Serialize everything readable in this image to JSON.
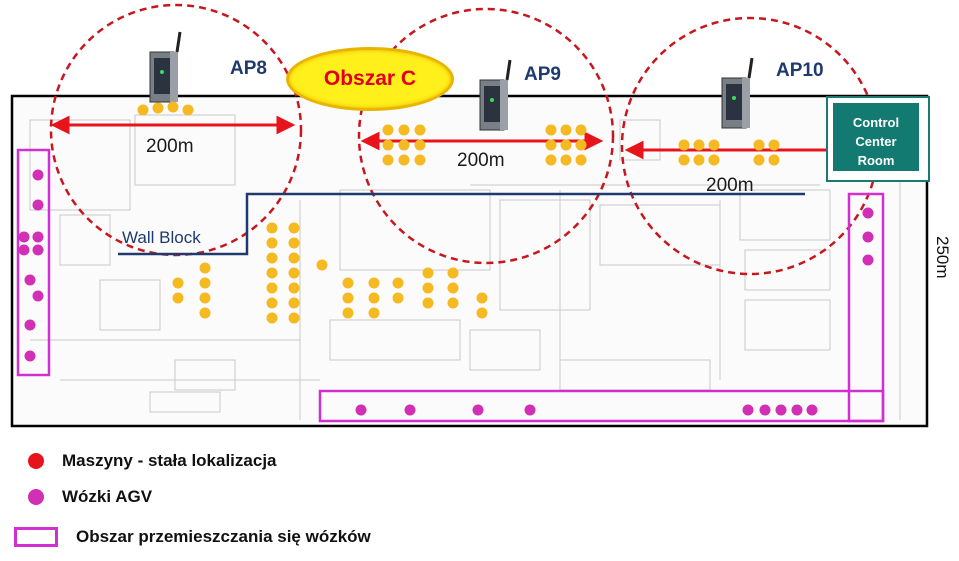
{
  "zone_label": "Obszar C",
  "access_points": [
    {
      "name": "AP8",
      "range_label": "200m"
    },
    {
      "name": "AP9",
      "range_label": "200m"
    },
    {
      "name": "AP10",
      "range_label": "200m"
    }
  ],
  "wall_label": "Wall Block",
  "side_dimension": "250m",
  "control_room": {
    "line1": "Control",
    "line2": "Center",
    "line3": "Room"
  },
  "legend": [
    {
      "label": "Maszyny - stała lokalizacja",
      "color": "#e8141b"
    },
    {
      "label": "Wózki AGV",
      "color": "#d12fb4"
    },
    {
      "label": "Obszar przemieszczania się wózków",
      "color": "#d12fd1"
    }
  ],
  "colors": {
    "machine": "#f5b921",
    "agv": "#d12fb4",
    "coverage": "#c8161d",
    "wall": "#1f3a6e",
    "control_room": "#137a72"
  }
}
